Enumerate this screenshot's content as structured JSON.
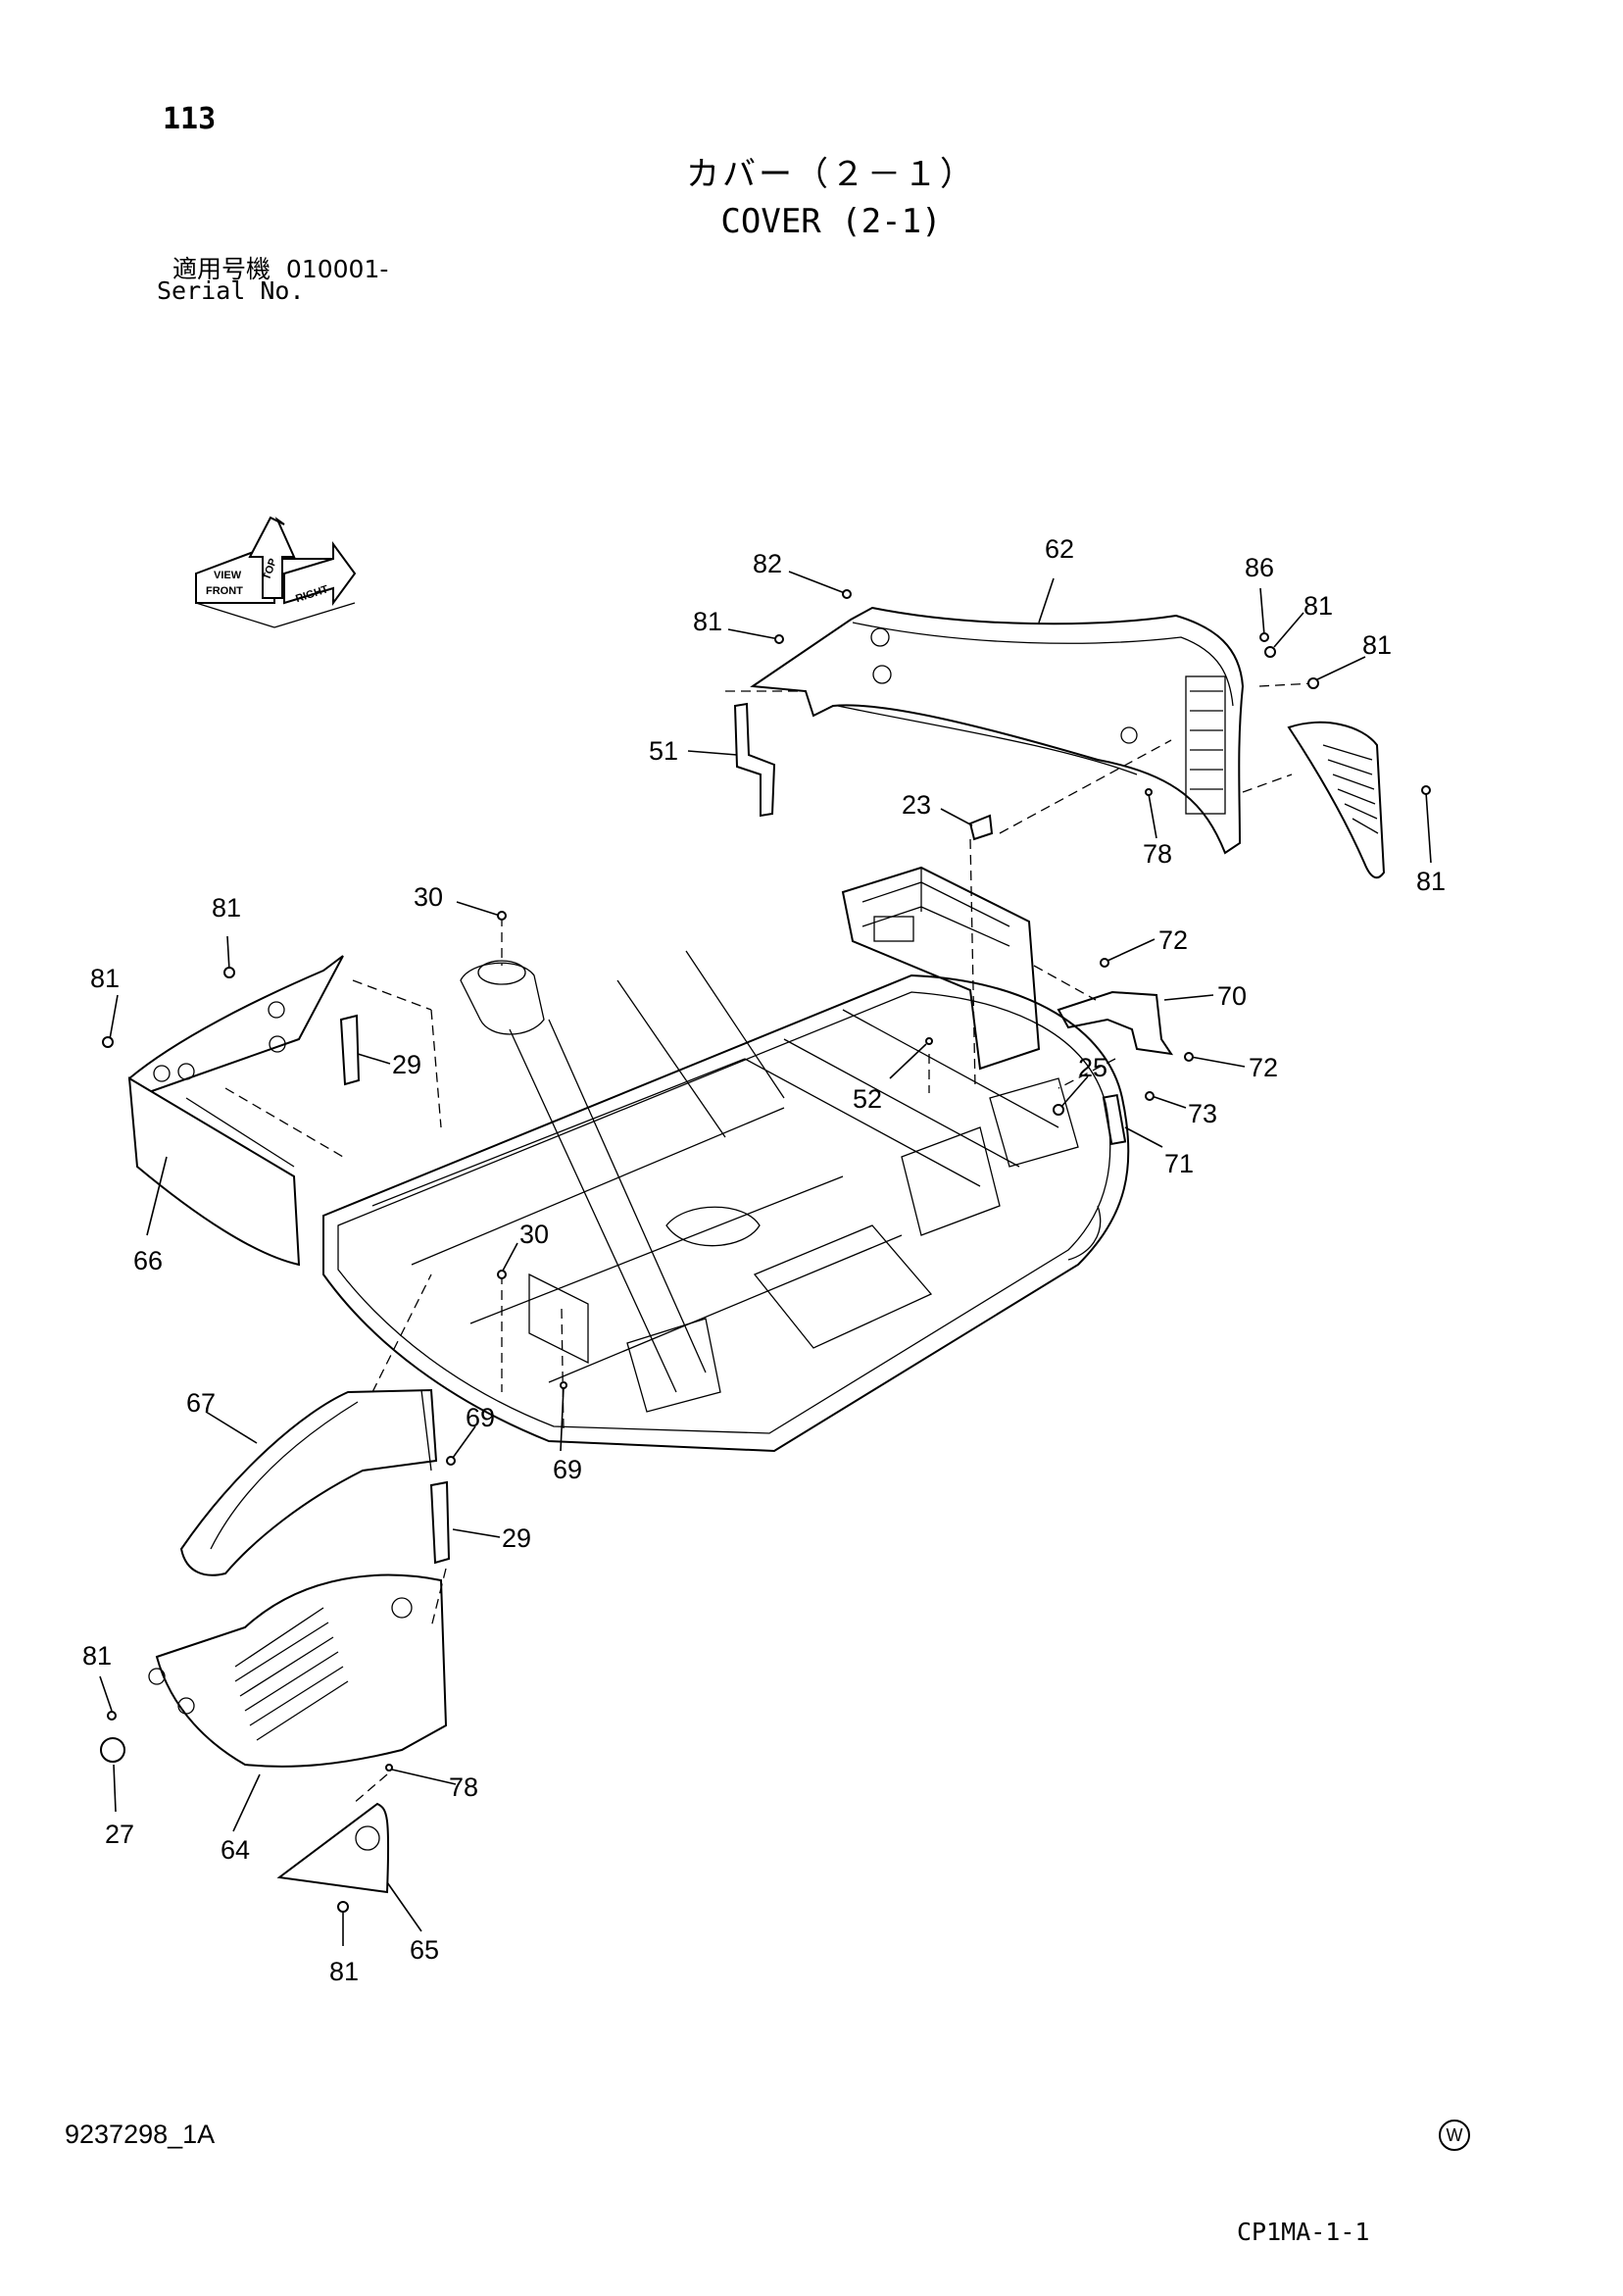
{
  "header": {
    "page_number": "113",
    "title_jp": "カバー（２－１）",
    "title_en": "COVER (2-1)",
    "serial_label_jp": "適用号機",
    "serial_value": "010001-",
    "serial_label_en": "Serial No."
  },
  "orientation": {
    "front": "FRONT",
    "top": "TOP",
    "right": "RIGHT",
    "view": "VIEW"
  },
  "callouts": [
    {
      "id": "c82",
      "label": "82"
    },
    {
      "id": "c62",
      "label": "62"
    },
    {
      "id": "c86",
      "label": "86"
    },
    {
      "id": "c81a",
      "label": "81"
    },
    {
      "id": "c81b",
      "label": "81"
    },
    {
      "id": "c81c",
      "label": "81"
    },
    {
      "id": "c51",
      "label": "51"
    },
    {
      "id": "c23",
      "label": "23"
    },
    {
      "id": "c78a",
      "label": "78"
    },
    {
      "id": "c81d",
      "label": "81"
    },
    {
      "id": "c30a",
      "label": "30"
    },
    {
      "id": "c81e",
      "label": "81"
    },
    {
      "id": "c81f",
      "label": "81"
    },
    {
      "id": "c29a",
      "label": "29"
    },
    {
      "id": "c72a",
      "label": "72"
    },
    {
      "id": "c70",
      "label": "70"
    },
    {
      "id": "c72b",
      "label": "72"
    },
    {
      "id": "c25",
      "label": "25"
    },
    {
      "id": "c52",
      "label": "52"
    },
    {
      "id": "c73",
      "label": "73"
    },
    {
      "id": "c71",
      "label": "71"
    },
    {
      "id": "c66",
      "label": "66"
    },
    {
      "id": "c30b",
      "label": "30"
    },
    {
      "id": "c67",
      "label": "67"
    },
    {
      "id": "c69a",
      "label": "69"
    },
    {
      "id": "c69b",
      "label": "69"
    },
    {
      "id": "c29b",
      "label": "29"
    },
    {
      "id": "c81g",
      "label": "81"
    },
    {
      "id": "c78b",
      "label": "78"
    },
    {
      "id": "c27",
      "label": "27"
    },
    {
      "id": "c64",
      "label": "64"
    },
    {
      "id": "c65",
      "label": "65"
    },
    {
      "id": "c81h",
      "label": "81"
    }
  ],
  "footer": {
    "doc_number": "9237298_1A",
    "mark": "W",
    "sheet_code": "CP1MA-1-1"
  }
}
